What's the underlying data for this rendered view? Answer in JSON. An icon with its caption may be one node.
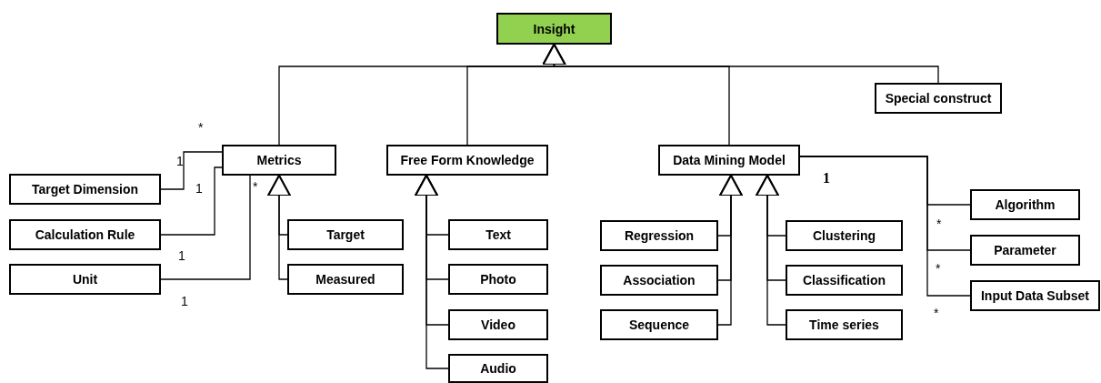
{
  "diagram": {
    "nodes": [
      {
        "text": [
          "Insight"
        ]
      },
      {
        "text": [
          "Metrics"
        ]
      },
      {
        "text": [
          "Free Form Knowledge"
        ]
      },
      {
        "text": [
          "Data Mining Model"
        ]
      },
      {
        "text": [
          "Special construct"
        ]
      },
      {
        "text": [
          "Target Dimension"
        ]
      },
      {
        "text": [
          "Calculation Rule"
        ]
      },
      {
        "text": [
          "Unit"
        ]
      },
      {
        "text": [
          "Target"
        ]
      },
      {
        "text": [
          "Measured"
        ]
      },
      {
        "text": [
          "Text"
        ]
      },
      {
        "text": [
          "Photo"
        ]
      },
      {
        "text": [
          "Video"
        ]
      },
      {
        "text": [
          "Audio"
        ]
      },
      {
        "text": [
          "Regression"
        ]
      },
      {
        "text": [
          "Association"
        ]
      },
      {
        "text": [
          "Sequence"
        ]
      },
      {
        "text": [
          "Clustering"
        ]
      },
      {
        "text": [
          "Classification"
        ]
      },
      {
        "text": [
          "Time series"
        ]
      },
      {
        "text": [
          "Algorithm"
        ]
      },
      {
        "text": [
          "Parameter"
        ]
      },
      {
        "text": [
          "Input Data Subset"
        ]
      }
    ],
    "edges": [
      {
        "from": 1,
        "to": 0,
        "arrow": "to"
      },
      {
        "from": 2,
        "to": 0,
        "arrow": "to"
      },
      {
        "from": 3,
        "to": 0,
        "arrow": "to"
      },
      {
        "from": 4,
        "to": 0,
        "arrow": "to"
      },
      {
        "from": 5,
        "to": 1,
        "arrow": "none"
      },
      {
        "from": 6,
        "to": 1,
        "arrow": "none"
      },
      {
        "from": 7,
        "to": 1,
        "arrow": "none"
      },
      {
        "from": 8,
        "to": 1,
        "arrow": "to"
      },
      {
        "from": 9,
        "to": 1,
        "arrow": "to"
      },
      {
        "from": 10,
        "to": 2,
        "arrow": "to"
      },
      {
        "from": 11,
        "to": 2,
        "arrow": "to"
      },
      {
        "from": 12,
        "to": 2,
        "arrow": "to"
      },
      {
        "from": 13,
        "to": 2,
        "arrow": "to"
      },
      {
        "from": 14,
        "to": 3,
        "arrow": "to"
      },
      {
        "from": 15,
        "to": 3,
        "arrow": "to"
      },
      {
        "from": 16,
        "to": 3,
        "arrow": "to"
      },
      {
        "from": 17,
        "to": 3,
        "arrow": "to"
      },
      {
        "from": 18,
        "to": 3,
        "arrow": "to"
      },
      {
        "from": 19,
        "to": 3,
        "arrow": "to"
      },
      {
        "from": 3,
        "to": 20,
        "arrow": "none"
      },
      {
        "from": 3,
        "to": 21,
        "arrow": "none"
      },
      {
        "from": 3,
        "to": 22,
        "arrow": "none"
      }
    ],
    "labels": [
      "*",
      "1",
      "*",
      "1",
      "1",
      "1",
      "1",
      "*",
      "*",
      "*"
    ]
  }
}
